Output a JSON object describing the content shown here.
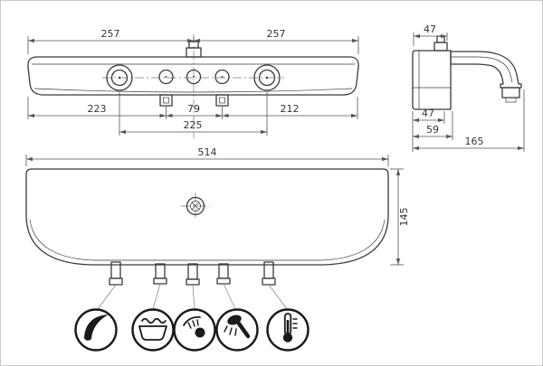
{
  "page": {
    "background": "#ffffff",
    "border_color": "#c9c9c9"
  },
  "drawing": {
    "line_color": "#3a3a3a",
    "views": {
      "top_view": {
        "dims": {
          "half_left": "257",
          "half_right": "257",
          "edge_to_port_left": "223",
          "port_spacing": "79",
          "edge_to_port_right": "212",
          "handle_spacing": "225"
        }
      },
      "side_view": {
        "dims": {
          "mount_top": "47",
          "mount_bottom": "47",
          "body_offset": "59",
          "overall_depth": "165"
        }
      },
      "front_view": {
        "dims": {
          "overall_width": "514",
          "overall_height": "145"
        }
      }
    },
    "function_icons": [
      {
        "name": "flow-swoosh-icon"
      },
      {
        "name": "bathtub-icon"
      },
      {
        "name": "head-spray-icon"
      },
      {
        "name": "hand-shower-icon"
      },
      {
        "name": "thermometer-icon"
      }
    ]
  }
}
